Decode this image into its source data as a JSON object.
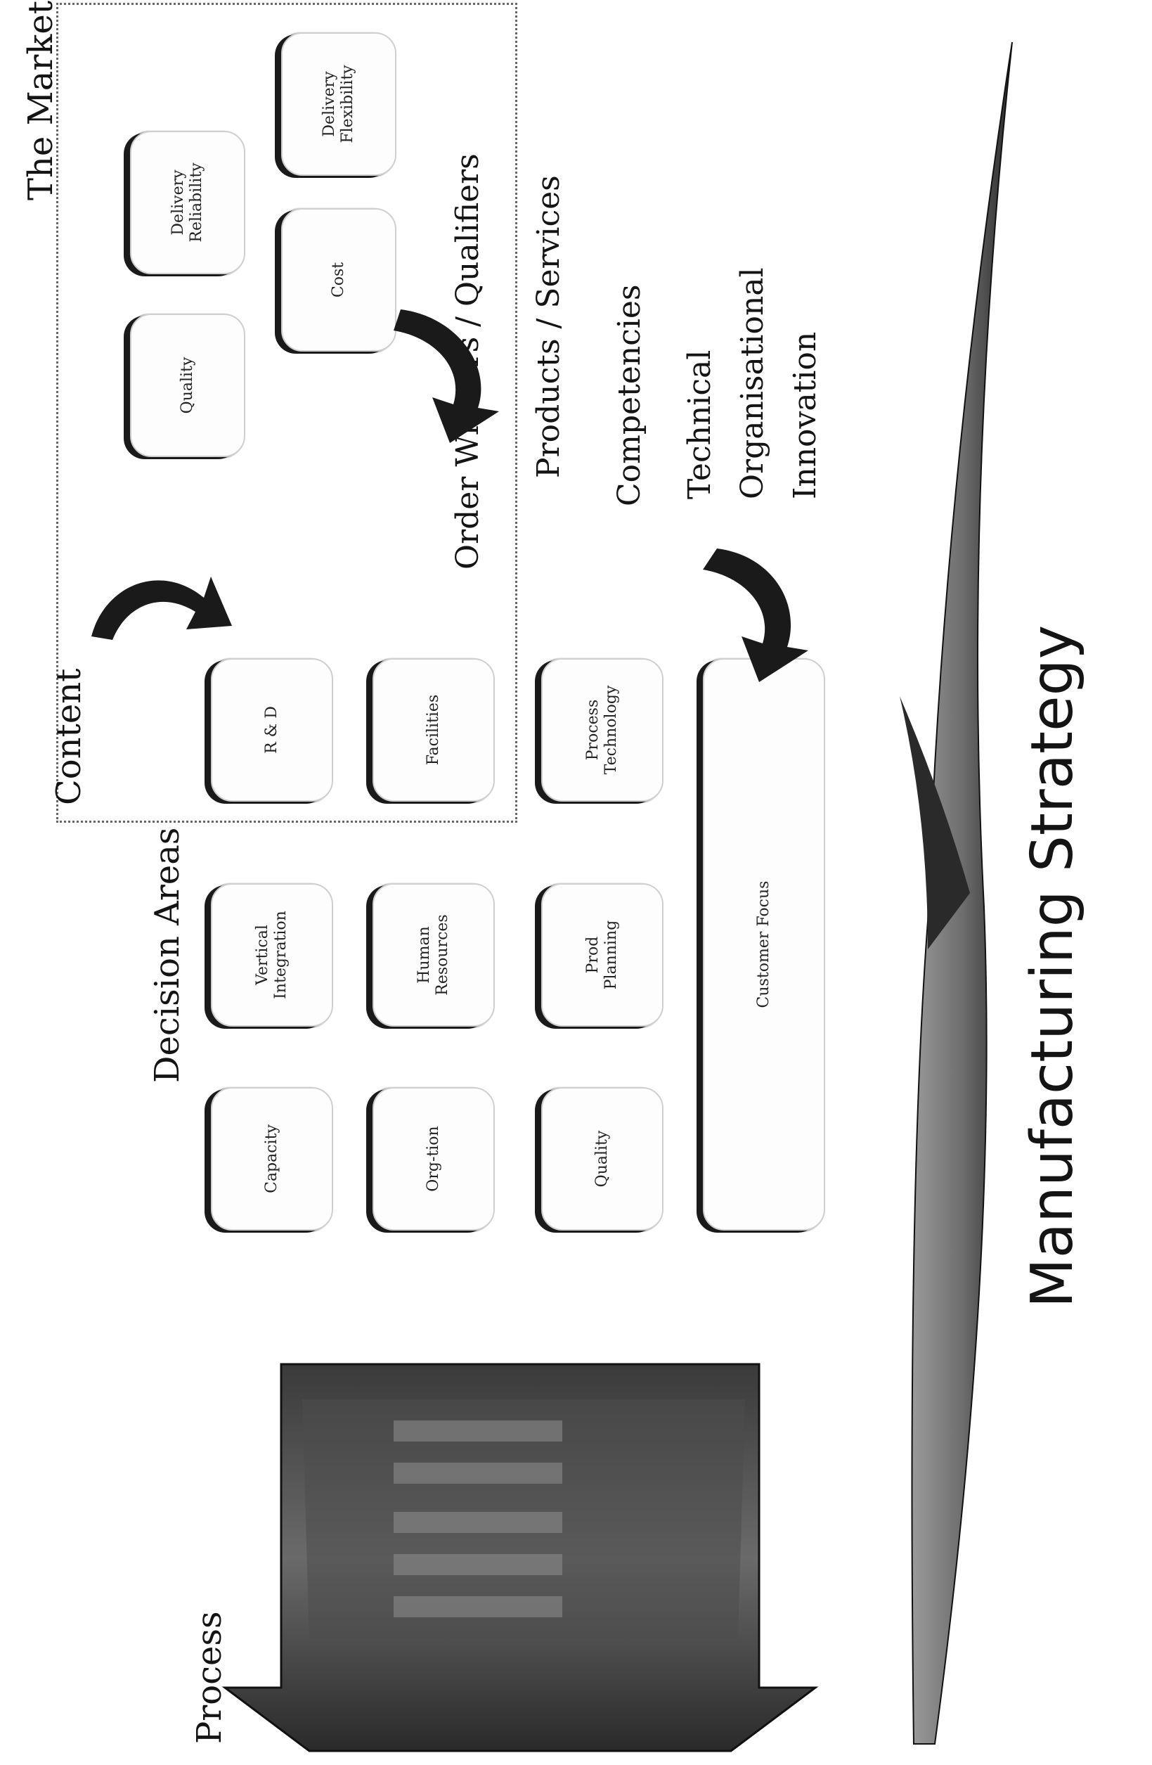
{
  "headers": {
    "process": "Process",
    "content": "Content",
    "market": "The Market",
    "decision_areas": "Decision Areas",
    "order_winners": "Order Winners / Qualifiers",
    "products_services": "Products / Services",
    "competencies": "Competencies",
    "technical": "Technical",
    "organisational": "Organisational",
    "innovation": "Innovation",
    "title": "Manufacturing Strategy"
  },
  "decision_boxes": {
    "capacity": "Capacity",
    "vertical_integration": "Vertical\nIntegration",
    "r_and_d": "R & D",
    "organisation": "Org-tion",
    "human_resources": "Human\nResources",
    "facilities": "Facilities",
    "quality": "Quality",
    "prod_planning": "Prod\nPlanning",
    "process_technology": "Process\nTechnology",
    "customer_focus": "Customer Focus"
  },
  "market_boxes": {
    "quality": "Quality",
    "delivery_reliability": "Delivery\nReliability",
    "cost": "Cost",
    "delivery_flexibility": "Delivery\nFlexibility"
  },
  "colors": {
    "ink": "#141414",
    "box_fill": "#fdfdfd",
    "shadow": "#1a1a1a",
    "arrow": "#5a5a5a"
  }
}
